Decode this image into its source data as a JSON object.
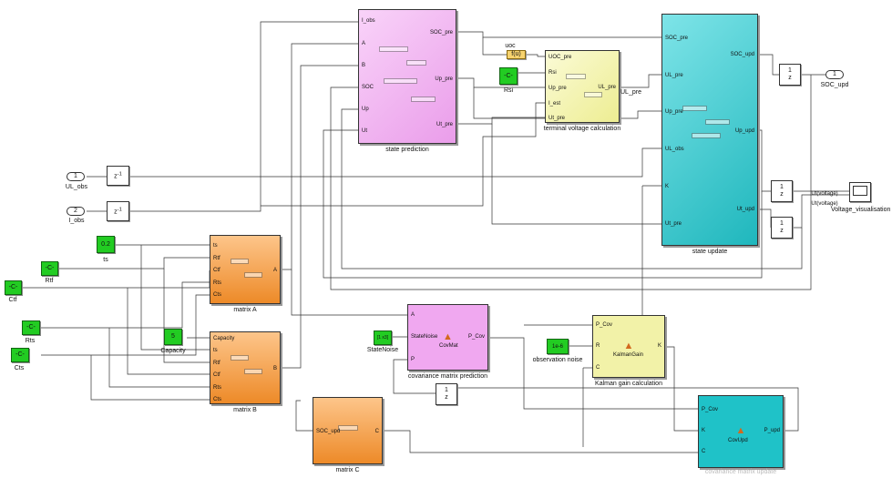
{
  "blocks": {
    "state_prediction": {
      "label": "state prediction",
      "in": [
        "I_obs",
        "A",
        "B",
        "SOC",
        "Up",
        "Ut"
      ],
      "out": [
        "SOC_pre",
        "Up_pre",
        "Ut_pre"
      ]
    },
    "terminal": {
      "label": "terminal voltage calculation",
      "in": [
        "UOC_pre",
        "Rsi",
        "Up_pre",
        "I_est",
        "Ut_pre"
      ],
      "out": [
        "UL_pre"
      ]
    },
    "state_update": {
      "label": "state update",
      "in": [
        "SOC_pre",
        "UL_pre",
        "Up_pre",
        "UL_obs",
        "K",
        "Ut_pre"
      ],
      "out": [
        "SOC_upd",
        "Up_upd",
        "Ut_upd"
      ]
    },
    "matrix_a": {
      "label": "matrix A",
      "in": [
        "ts",
        "Rtf",
        "Ctf",
        "Rts",
        "Cts"
      ],
      "out": [
        "A"
      ]
    },
    "matrix_b": {
      "label": "matrix B",
      "in": [
        "Capacity",
        "ts",
        "Rtf",
        "Ctf",
        "Rts",
        "Cts"
      ],
      "out": [
        "B"
      ]
    },
    "matrix_c": {
      "label": "matrix C",
      "in": [
        "SOC_upd"
      ],
      "out": [
        "C"
      ]
    },
    "cov_pred": {
      "label": "covariance matrix prediction",
      "in": [
        "A",
        "StateNoise",
        "P"
      ],
      "out": [
        "P_Cov"
      ],
      "fn": "CovMat"
    },
    "kalman": {
      "label": "Kalman gain calculation",
      "in": [
        "P_Cov",
        "R",
        "C"
      ],
      "out": [
        "K"
      ],
      "fn": "KalmanGain"
    },
    "cov_upd": {
      "label": "covariance matrix update",
      "in": [
        "P_Cov",
        "K",
        "C"
      ],
      "out": [
        "P_upd"
      ],
      "fn": "CovUpd"
    }
  },
  "constants": {
    "ts": {
      "value": "0.2",
      "label": "ts"
    },
    "rtf": {
      "value": "-C-",
      "label": "Rtf"
    },
    "ctf": {
      "value": "-C-",
      "label": "Ctf"
    },
    "rts": {
      "value": "-C-",
      "label": "Rts"
    },
    "cts": {
      "value": "-C-",
      "label": "Cts"
    },
    "capacity": {
      "value": "5",
      "label": "Capacity"
    },
    "rsi": {
      "value": "-C-",
      "label": "Rsi"
    },
    "statenoise": {
      "value": "[1 x3]",
      "label": "StateNoise"
    },
    "obsnoise": {
      "value": "1e-6",
      "label": "observation noise"
    }
  },
  "inports": [
    {
      "num": "1",
      "label": "UL_obs"
    },
    {
      "num": "2",
      "label": "I_obs"
    }
  ],
  "outport": {
    "num": "1",
    "label": "SOC_upd"
  },
  "delays": {
    "zinv": "z",
    "zinv_exp": "-1",
    "unit_num": "1",
    "unit_den": "z"
  },
  "fcn": {
    "text": "f(u)",
    "signal": "uoc"
  },
  "scope": {
    "label": "Voltage_visualisation",
    "sig1": "Ut(voltage)",
    "sig2": "Ut(voltage)"
  },
  "wire_label": "UL_pre"
}
